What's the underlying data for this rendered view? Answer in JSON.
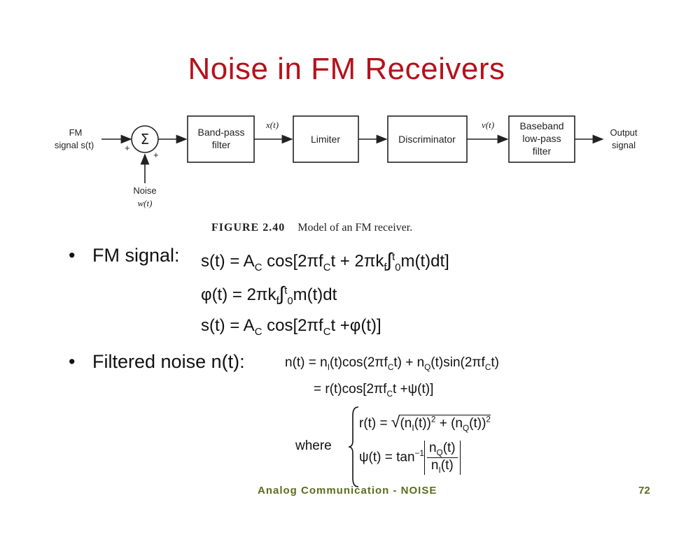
{
  "slide": {
    "title": "Noise in FM  Receivers",
    "footer": "Analog Communication - NOISE",
    "page_number": "72"
  },
  "diagram": {
    "input_label_line1": "FM",
    "input_label_line2": "signal s(t)",
    "sum_symbol": "Σ",
    "plus_sign": "+",
    "noise_label_line1": "Noise",
    "noise_label_line2": "w(t)",
    "blocks": [
      "Band-pass\nfilter",
      "Limiter",
      "Discriminator",
      "Baseband\nlow-pass\nfilter"
    ],
    "signal_x": "x(t)",
    "signal_v": "v(t)",
    "output_label_line1": "Output",
    "output_label_line2": "signal",
    "caption_figure": "FIGURE 2.40",
    "caption_text": "Model of an FM receiver."
  },
  "bullets": {
    "fm_signal_label": "FM signal:",
    "filtered_noise_label": "Filtered noise n(t):",
    "where_label": "where"
  }
}
